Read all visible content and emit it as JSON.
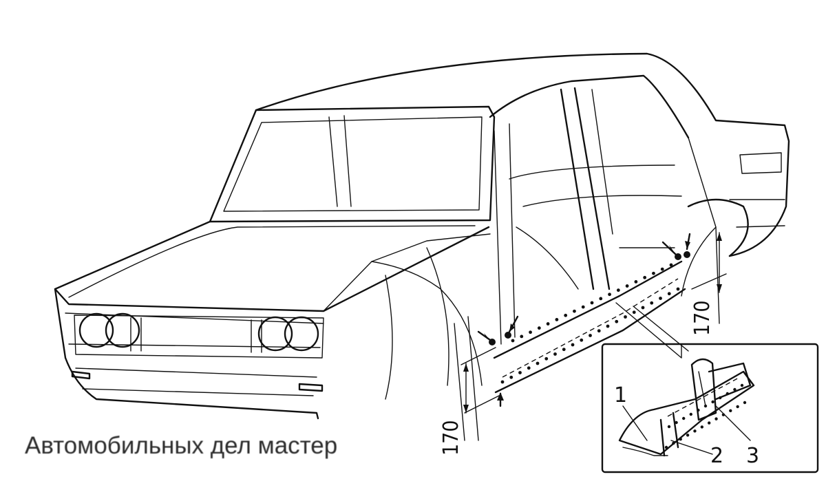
{
  "caption": "Автомобильных дел мастер",
  "dimensions": {
    "front": "170",
    "rear": "170"
  },
  "callouts": {
    "one": "1",
    "two": "2",
    "three": "3"
  },
  "colors": {
    "ink": "#111111",
    "background": "#ffffff",
    "caption": "#2b2b2b"
  }
}
